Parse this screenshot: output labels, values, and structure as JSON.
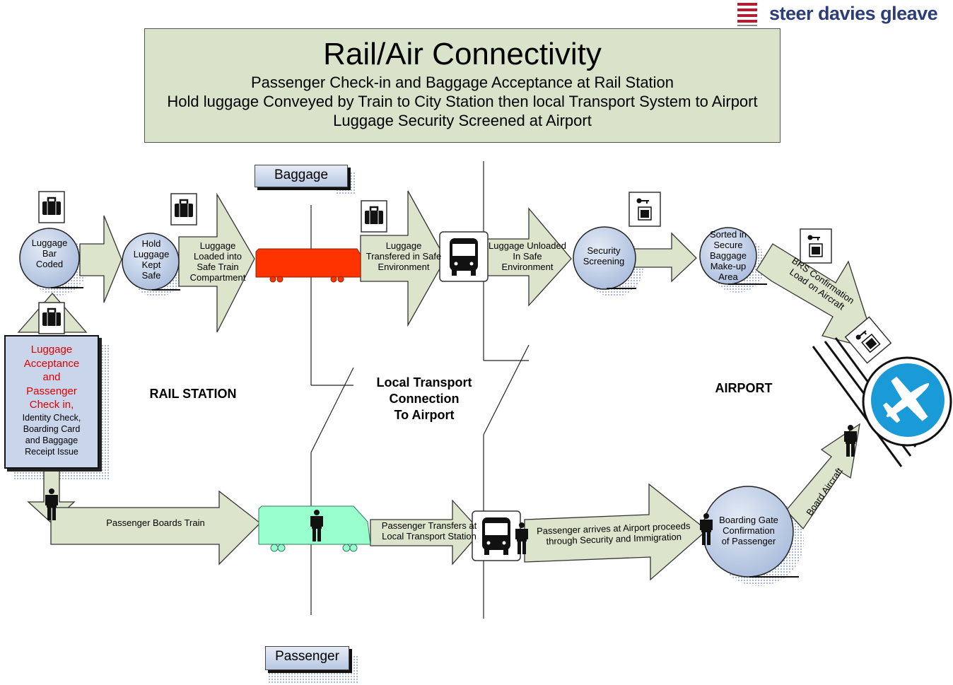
{
  "logo": {
    "text": "steer davies gleave"
  },
  "title": {
    "main": "Rail/Air Connectivity",
    "line1": "Passenger Check-in and Baggage Acceptance at Rail Station",
    "line2": "Hold luggage Conveyed by Train to City Station then local Transport System to Airport",
    "line3": "Luggage Security Screened at Airport"
  },
  "tags": {
    "baggage": "Baggage",
    "passenger": "Passenger"
  },
  "zones": {
    "rail_station": "RAIL STATION",
    "local_1": "Local Transport",
    "local_2": "Connection",
    "local_3": "To Airport",
    "airport": "AIRPORT"
  },
  "nodes": {
    "bar_coded": [
      "Luggage",
      "Bar",
      "Coded"
    ],
    "kept_safe": [
      "Hold",
      "Luggage",
      "Kept",
      "Safe"
    ],
    "security": [
      "Security",
      "Screening"
    ],
    "sorted": [
      "Sorted in",
      "Secure",
      "Baggage",
      "Make-up",
      "Area"
    ],
    "gate": [
      "Boarding Gate",
      "Confirmation",
      "of Passenger"
    ]
  },
  "arrows": {
    "loaded": [
      "Luggage",
      "Loaded into",
      "Safe Train",
      "Compartment"
    ],
    "transfered": [
      "Luggage",
      "Transfered in Safe",
      "Environment"
    ],
    "unloaded": [
      "Luggage Unloaded",
      "In Safe",
      "Environment"
    ],
    "brs": [
      "BRS Confirmation",
      "Load on Aircraft"
    ],
    "boards_train": "Passenger Boards Train",
    "transfers": [
      "Passenger Transfers  at",
      "Local Transport Station"
    ],
    "arrives": [
      "Passenger arrives at Airport proceeds",
      "through Security and Immigration"
    ],
    "board_aircraft": "Board Aircraft"
  },
  "acceptance": {
    "red": [
      "Luggage",
      "Acceptance",
      "and",
      "Passenger",
      "Check in,"
    ],
    "black": [
      "Identity Check,",
      "Boarding Card",
      "and Baggage",
      "Receipt Issue"
    ]
  },
  "colors": {
    "title_bg": "#d9e3c9",
    "arrow_fill": "#dde4cc",
    "node_fill": "#bccbe3",
    "baggage_train": "#ff3300",
    "passenger_train": "#99ffcc",
    "plane_blue": "#1a9ad6",
    "logo_red": "#b02030",
    "check_in_red": "#e00000"
  },
  "icons": [
    "suitcase-icon",
    "secure-baggage-icon",
    "bus-icon",
    "person-icon",
    "airplane-icon",
    "logo-icon"
  ]
}
